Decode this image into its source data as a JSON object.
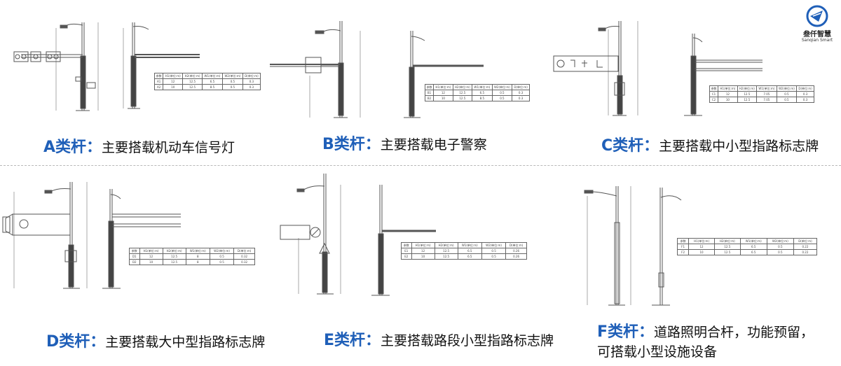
{
  "logo": {
    "name": "叁仟智慧",
    "subtitle": "Sanqian Smart",
    "color": "#1f5fb8"
  },
  "colors": {
    "accent": "#1f5fb8",
    "drawing": "#555555"
  },
  "panels": [
    {
      "id": "A",
      "code": "A类杆",
      "colon": "：",
      "desc": "主要搭载机动车信号灯"
    },
    {
      "id": "B",
      "code": "B类杆",
      "colon": "：",
      "desc": "主要搭载电子警察"
    },
    {
      "id": "C",
      "code": "C类杆",
      "colon": "：",
      "desc": "主要搭载中小型指路标志牌"
    },
    {
      "id": "D",
      "code": "D类杆",
      "colon": "：",
      "desc": "主要搭载大中型指路标志牌"
    },
    {
      "id": "E",
      "code": "E类杆",
      "colon": "：",
      "desc": "主要搭载路段小型指路标志牌"
    },
    {
      "id": "F",
      "code": "F类杆",
      "colon": "：",
      "desc": "道路照明合杆，功能预留，",
      "desc_line2": "可搭载小型设施设备"
    }
  ]
}
